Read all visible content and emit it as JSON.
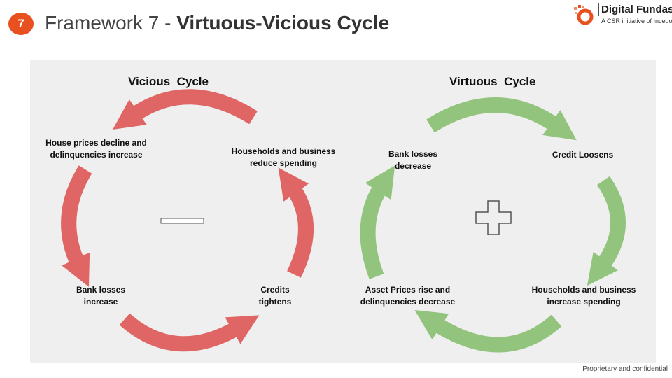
{
  "header": {
    "badge": "7",
    "title_prefix": "Framework 7 - ",
    "title_bold": "Virtuous-Vicious Cycle"
  },
  "logo": {
    "name": "Digital Fundas",
    "tagline": "A CSR initiative of Incedo"
  },
  "vicious": {
    "title": "Vicious  Cycle",
    "color": "#e06666",
    "sign": "minus",
    "labels": [
      "House prices decline and delinquencies increase",
      "Households and business reduce spending",
      "Bank losses increase",
      "Credits tightens"
    ]
  },
  "virtuous": {
    "title": "Virtuous  Cycle",
    "color": "#93c47d",
    "sign": "plus",
    "labels": [
      "Bank losses decrease",
      "Credit Loosens",
      "Asset Prices rise and delinquencies decrease",
      "Households and business increase spending"
    ]
  },
  "footer": "Proprietary and confidential"
}
